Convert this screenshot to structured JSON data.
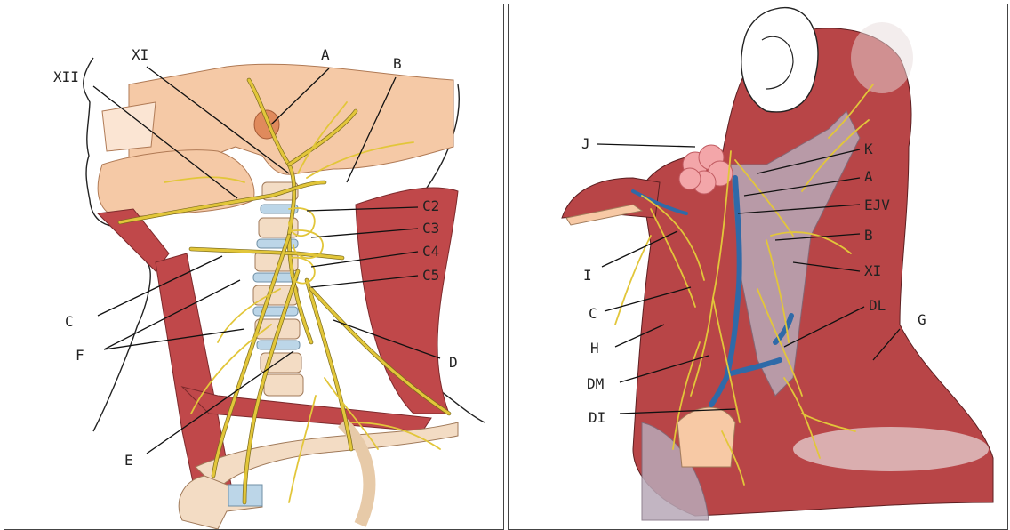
{
  "left_figure": {
    "labels": {
      "xi": "XI",
      "xii": "XII",
      "a": "A",
      "b": "B",
      "c2": "C2",
      "c3": "C3",
      "c4": "C4",
      "c5": "C5",
      "c": "C",
      "f": "F",
      "d": "D",
      "e": "E"
    }
  },
  "right_figure": {
    "labels": {
      "j": "J",
      "k": "K",
      "a": "A",
      "ejv": "EJV",
      "b": "B",
      "xi": "XI",
      "i": "I",
      "c": "C",
      "dl": "DL",
      "g": "G",
      "h": "H",
      "dm": "DM",
      "di": "DI"
    }
  },
  "colors": {
    "nerve": "#e2c63a",
    "muscle": "#c0484a",
    "skin": "#f7c9a5",
    "vein": "#2f6aa8",
    "bone": "#f3dcc4",
    "cartilage": "#bcd6e8",
    "fascia": "#b8a9b8"
  }
}
